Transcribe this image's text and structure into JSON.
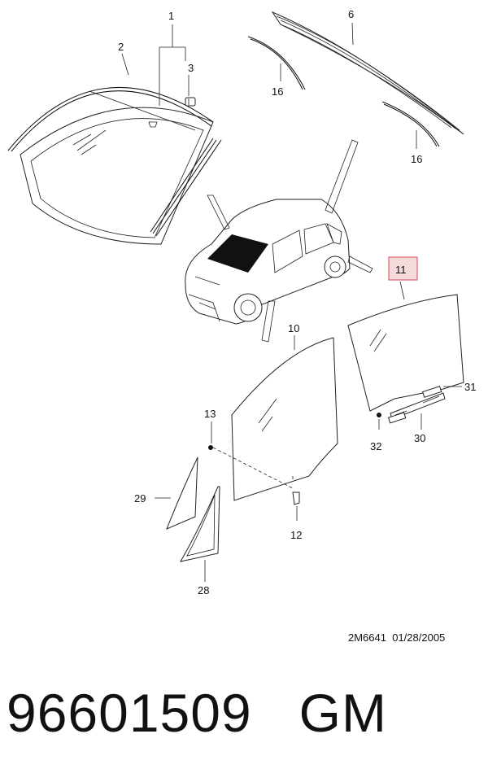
{
  "diagram": {
    "callouts": {
      "c1": "1",
      "c2": "2",
      "c3": "3",
      "c6": "6",
      "c16a": "16",
      "c16b": "16",
      "c11": "11",
      "c10": "10",
      "c31": "31",
      "c32": "32",
      "c30": "30",
      "c13": "13",
      "c29": "29",
      "c12": "12",
      "c28": "28"
    },
    "highlighted_callout": "11",
    "highlight_color": "#e06070",
    "drawing_code": "2M6641",
    "drawing_date": "01/28/2005"
  },
  "footer": {
    "part_number": "96601509",
    "brand": "GM"
  }
}
